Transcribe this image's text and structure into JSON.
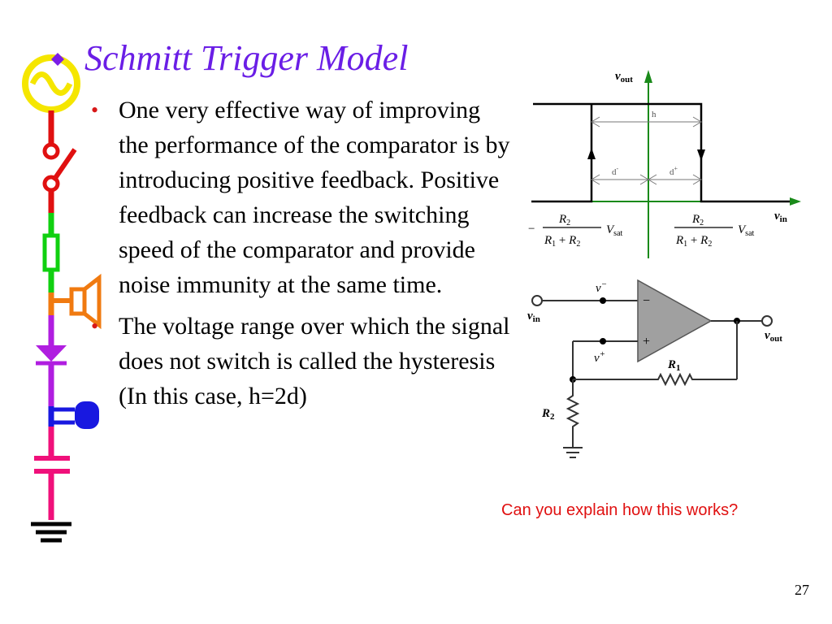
{
  "slide": {
    "title": "Schmitt Trigger Model",
    "page_number": "27",
    "question": "Can you explain how this works?"
  },
  "bullets": [
    "One very effective way of improving the performance of the comparator is by introducing positive feedback. Positive feedback can increase the switching speed of the comparator and provide noise immunity at the same time.",
    "The voltage range over which the signal does not switch is called the hysteresis (In this case, h=2d)"
  ],
  "hysteresis_plot": {
    "y_axis_label": "v",
    "y_axis_sub": "out",
    "x_axis_label": "v",
    "x_axis_sub": "in",
    "h_label": "h",
    "d_minus_label": "d",
    "d_minus_sup": "-",
    "d_plus_label": "d",
    "d_plus_sup": "+",
    "minus_sign": "−",
    "frac_num": "R",
    "frac_num_sub": "2",
    "frac_den_1": "R",
    "frac_den_1_sub": "1",
    "frac_den_plus": " + ",
    "frac_den_2": "R",
    "frac_den_2_sub": "2",
    "vsat": "V",
    "vsat_sub": "sat"
  },
  "circuit": {
    "vin": "v",
    "vin_sub": "in",
    "vout": "v",
    "vout_sub": "out",
    "vminus": "v",
    "vminus_sup": "−",
    "vplus": "v",
    "vplus_sup": "+",
    "minus_terminal": "−",
    "plus_terminal": "+",
    "r1": "R",
    "r1_sub": "1",
    "r2": "R",
    "r2_sub": "2"
  },
  "decor_colors": {
    "yellow": "#f5e600",
    "red": "#e01010",
    "green": "#10d010",
    "orange": "#f07a10",
    "purple": "#b01ee0",
    "blue": "#1818e0",
    "pink": "#f0107a",
    "black": "#000000"
  }
}
